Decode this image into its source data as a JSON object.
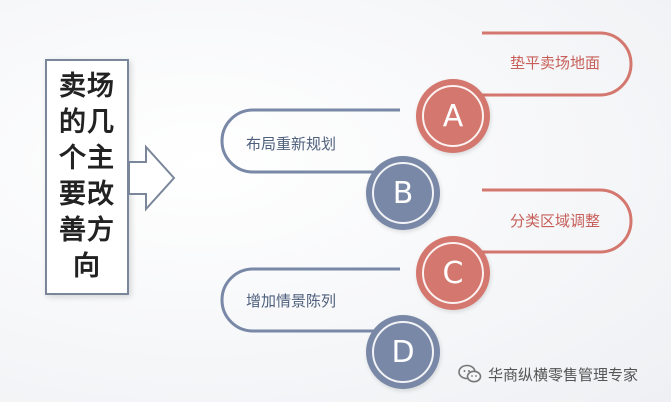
{
  "title": "卖场的几个主要改善方向",
  "items": [
    {
      "letter": "A",
      "label": "垫平卖场地面",
      "color": "#d4776e"
    },
    {
      "letter": "B",
      "label": "布局重新规划",
      "color": "#7888a6"
    },
    {
      "letter": "C",
      "label": "分类区域调整",
      "color": "#d4776e"
    },
    {
      "letter": "D",
      "label": "增加情景陈列",
      "color": "#7888a6"
    }
  ],
  "watermark": "华商纵横零售管理专家",
  "icons": {
    "arrow": "right-arrow-icon",
    "watermark": "wechat-icon"
  }
}
